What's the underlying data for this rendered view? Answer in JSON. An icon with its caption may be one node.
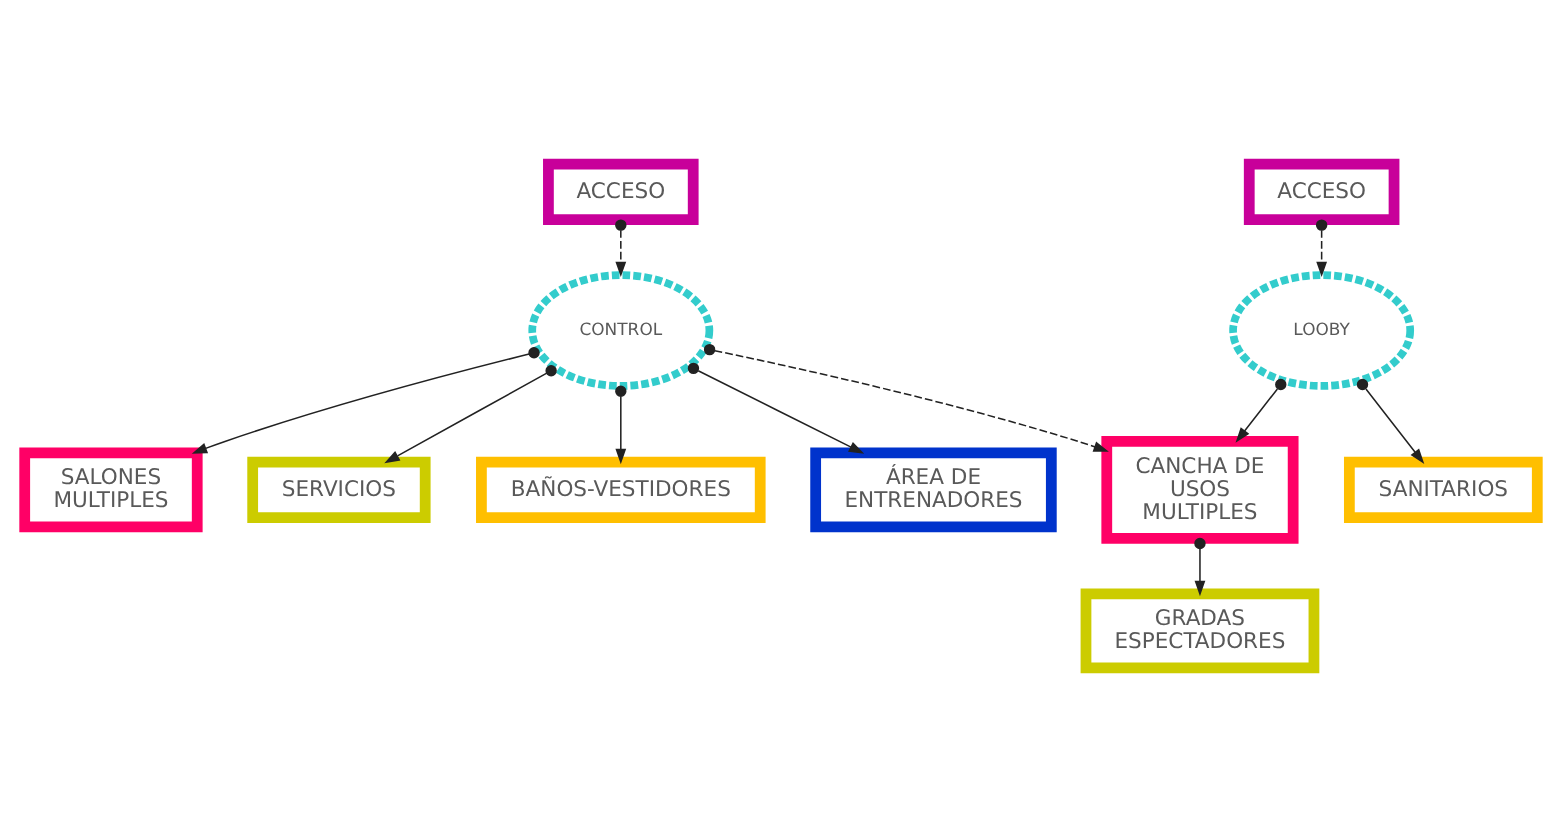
{
  "diagram": {
    "nodes": [
      {
        "text": [
          "ACCESO"
        ]
      },
      {
        "text": [
          "SALONES MULTIPLES"
        ]
      },
      {
        "text": [
          "CONTROL"
        ]
      },
      {
        "text": [
          "SERVICIOS"
        ]
      },
      {
        "text": [
          "SANITARIOS"
        ]
      },
      {
        "text": [
          "ACCESO"
        ]
      },
      {
        "text": [
          "LOOBY"
        ]
      },
      {
        "text": [
          "BAÑOS-VESTIDORES"
        ]
      },
      {
        "text": [
          "ÁREA DE ENTRENADORES"
        ]
      },
      {
        "text": [
          "GRADAS ESPECTADORES"
        ]
      },
      {
        "text": [
          "CANCHA DE USOS MULTIPLES"
        ]
      }
    ],
    "edges": [
      {
        "from": 0,
        "to": 2,
        "arrow": "to",
        "style": "dashed"
      },
      {
        "from": 2,
        "to": 1,
        "arrow": "to"
      },
      {
        "from": 2,
        "to": 3,
        "arrow": "to"
      },
      {
        "from": 2,
        "to": 7,
        "arrow": "to"
      },
      {
        "from": 2,
        "to": 8,
        "arrow": "to"
      },
      {
        "from": 2,
        "to": 10,
        "arrow": "to",
        "style": "dashed"
      },
      {
        "from": 6,
        "to": 4,
        "arrow": "to"
      },
      {
        "from": 5,
        "to": 6,
        "arrow": "to",
        "style": "dashed"
      },
      {
        "from": 6,
        "to": 10,
        "arrow": "to"
      },
      {
        "from": 10,
        "to": 9,
        "arrow": "to"
      }
    ]
  }
}
